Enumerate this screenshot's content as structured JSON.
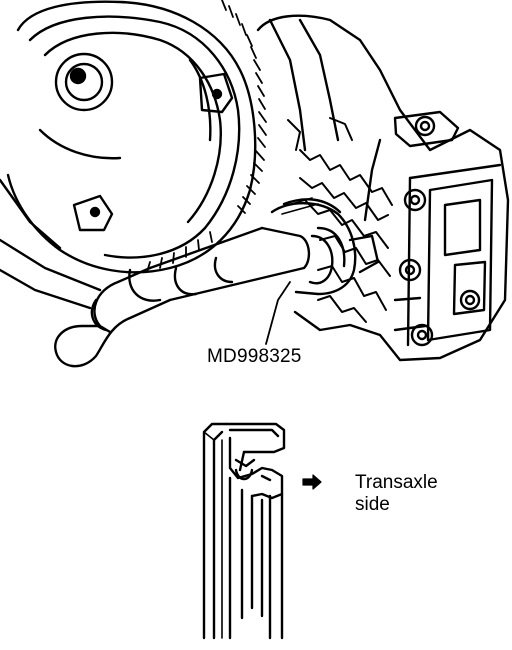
{
  "figure": {
    "tool_code": "MD998325",
    "direction_label": [
      "Transaxle",
      "side"
    ],
    "direction_arrow_icon": "right-arrow-icon"
  },
  "colors": {
    "ink": "#000000",
    "paper": "#ffffff"
  }
}
